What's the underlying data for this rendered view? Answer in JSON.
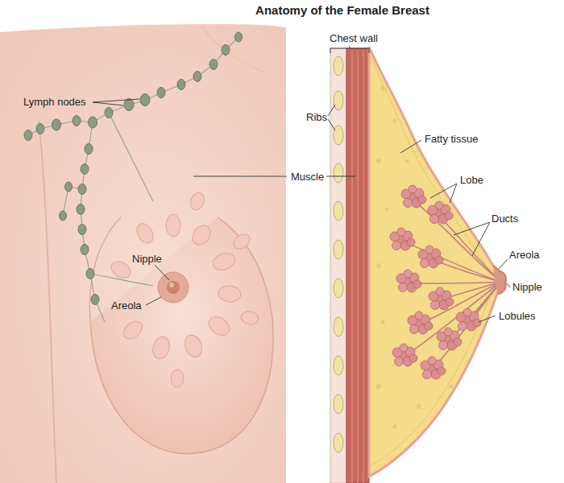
{
  "diagram": {
    "title": "Anatomy of the Female Breast",
    "labels": [
      "Chest wall",
      "Lymph nodes",
      "Ribs",
      "Fatty tissue",
      "Muscle",
      "Lobe",
      "Ducts",
      "Nipple",
      "Areola",
      "Nipple",
      "Areola",
      "Lobules"
    ]
  }
}
